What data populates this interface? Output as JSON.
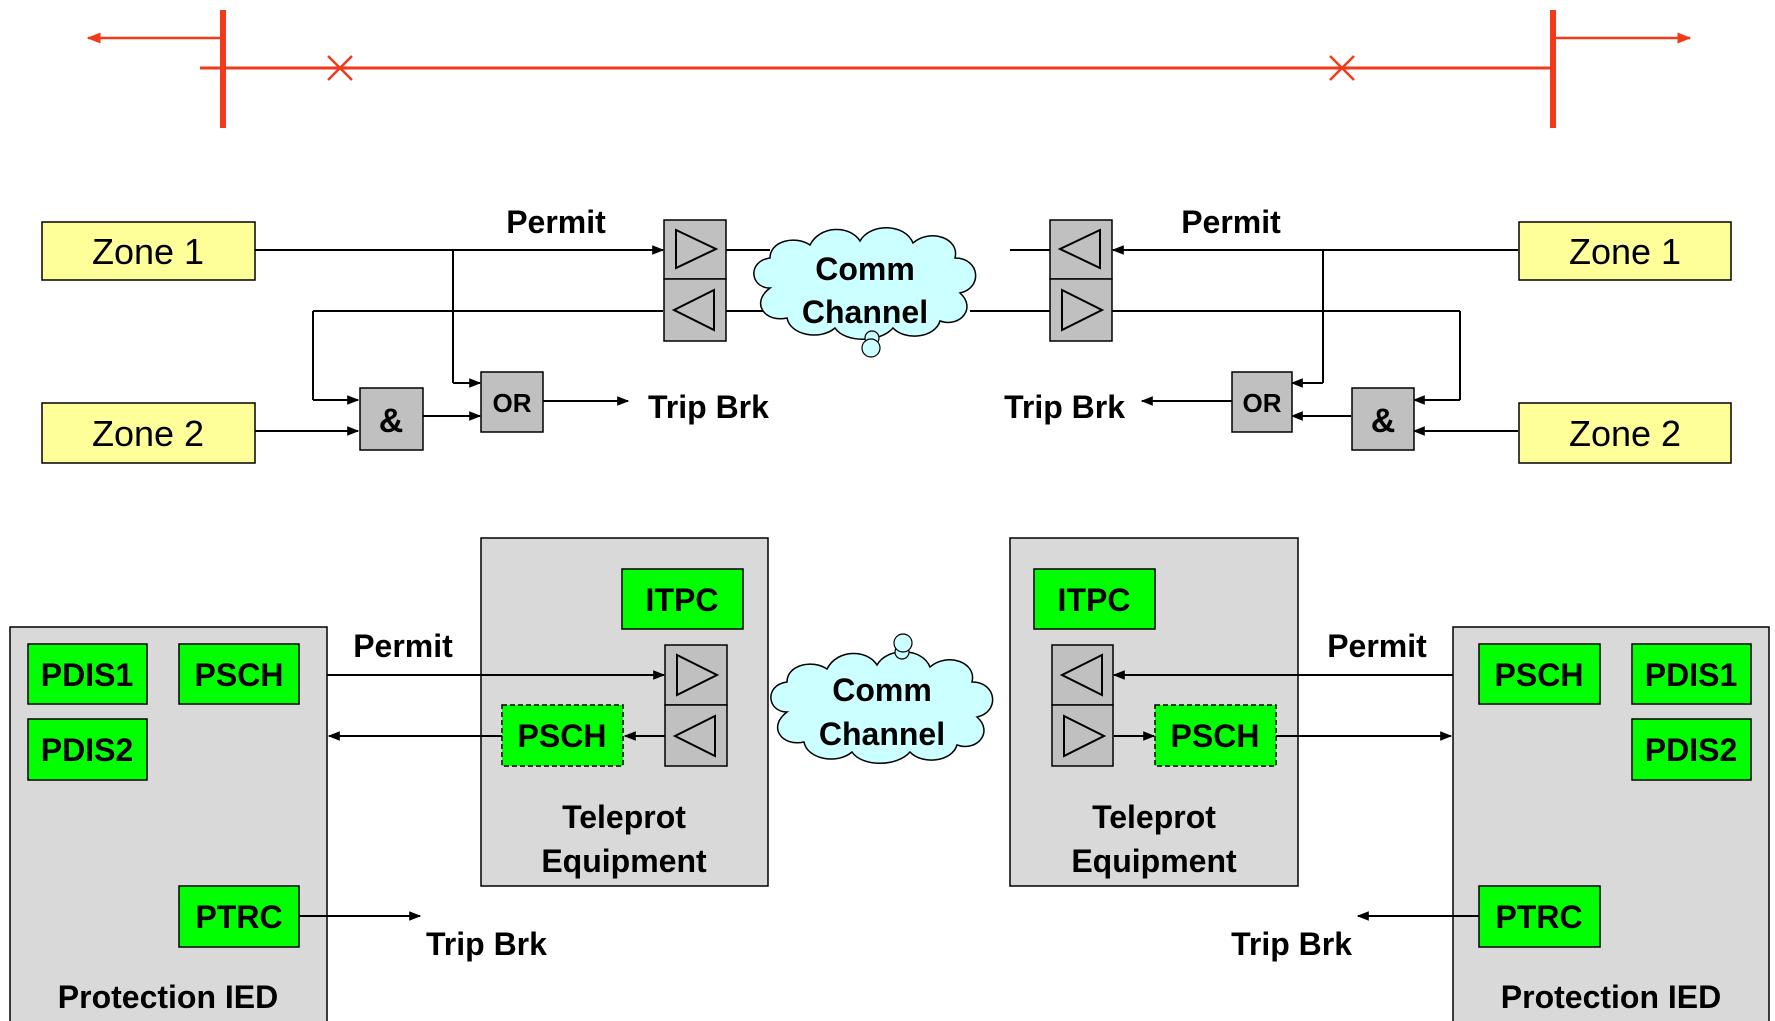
{
  "colors": {
    "line_red": "#f23a1b",
    "zone_fill": "#ffff99",
    "gate_fill": "#c0c0c0",
    "box_fill": "#d9d9d9",
    "node_green": "#00ff00",
    "cloud_fill": "#ccffff",
    "wire": "#000000"
  },
  "logic": {
    "left": {
      "zone1": "Zone 1",
      "zone2": "Zone 2",
      "permit": "Permit",
      "and_gate": "&",
      "or_gate": "OR",
      "trip": "Trip Brk"
    },
    "right": {
      "zone1": "Zone 1",
      "zone2": "Zone 2",
      "permit": "Permit",
      "and_gate": "&",
      "or_gate": "OR",
      "trip": "Trip Brk"
    },
    "comm_line1": "Comm",
    "comm_line2": "Channel"
  },
  "iec": {
    "left_ied": {
      "pdis1": "PDIS1",
      "pdis2": "PDIS2",
      "psch": "PSCH",
      "ptrc": "PTRC",
      "label": "Protection IED",
      "permit": "Permit",
      "trip": "Trip Brk"
    },
    "left_teleprot": {
      "itpc": "ITPC",
      "psch": "PSCH",
      "label_line1": "Teleprot",
      "label_line2": "Equipment"
    },
    "right_teleprot": {
      "itpc": "ITPC",
      "psch": "PSCH",
      "label_line1": "Teleprot",
      "label_line2": "Equipment"
    },
    "right_ied": {
      "pdis1": "PDIS1",
      "pdis2": "PDIS2",
      "psch": "PSCH",
      "ptrc": "PTRC",
      "label": "Protection IED",
      "permit": "Permit",
      "trip": "Trip Brk"
    },
    "comm_line1": "Comm",
    "comm_line2": "Channel"
  }
}
